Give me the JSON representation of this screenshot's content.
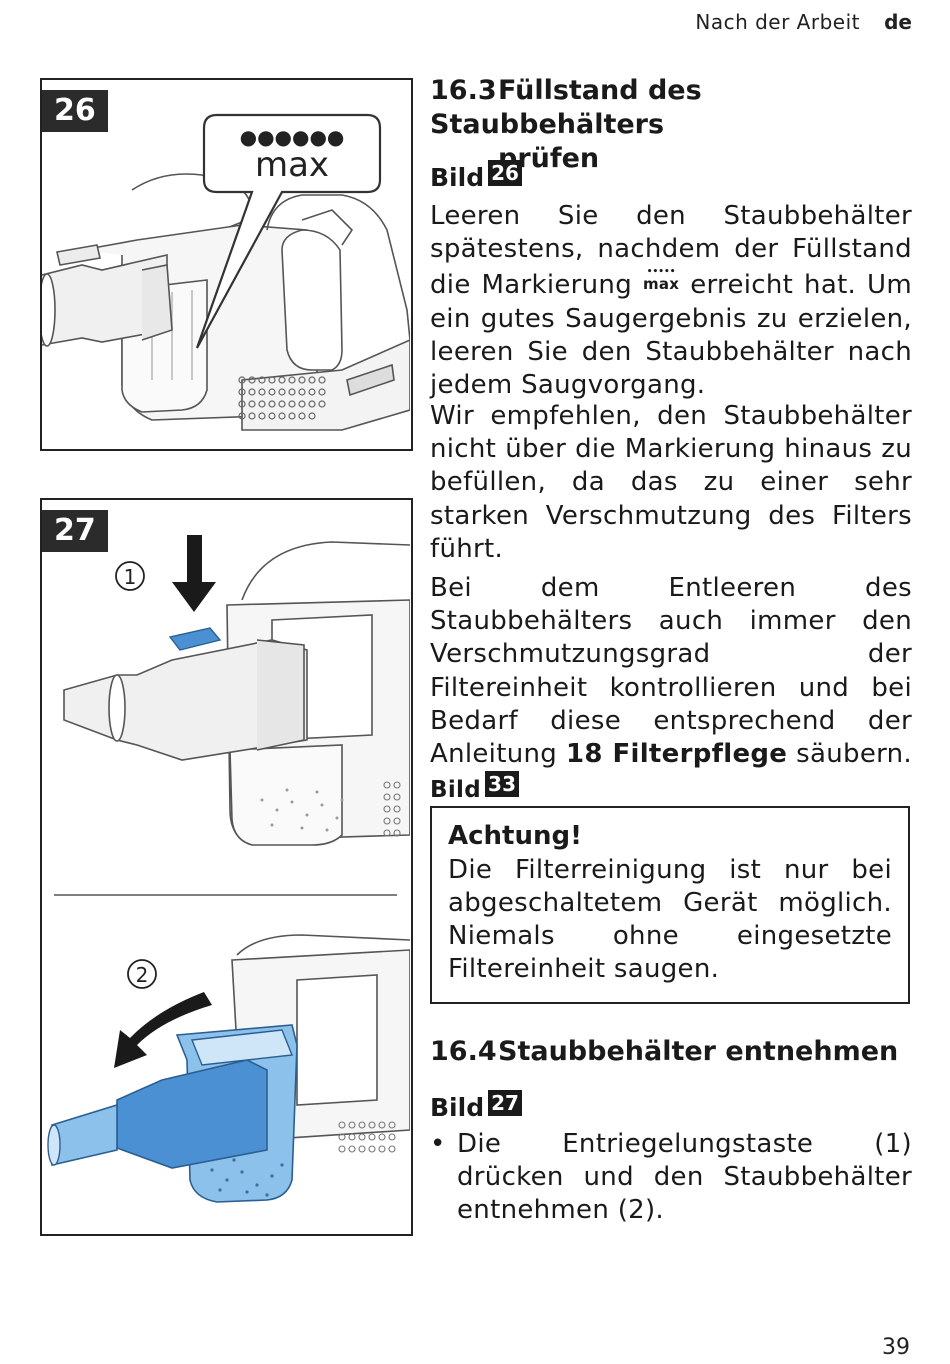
{
  "header": {
    "section": "Nach der Arbeit",
    "lang": "de"
  },
  "figures": {
    "fig26": {
      "label": "26",
      "callout": "max",
      "callout_dots": "●●●●●●"
    },
    "fig27": {
      "label": "27",
      "step1": "1",
      "step2": "2"
    }
  },
  "sec163": {
    "number": "16.3",
    "title_line1": "Füllstand des Staubbehälters",
    "title_line2": "prüfen",
    "bild_label": "Bild",
    "bild_ref": "26",
    "para1_a": "Leeren Sie den Staubbehälter spätestens, nachdem der Füllstand die Markierung",
    "max_symbol": "max",
    "max_dots": "•••••",
    "para1_b": "erreicht hat. Um ein gutes Saugergebnis zu erzielen, leeren Sie den Staubbehälter nach jedem Saugvorgang.",
    "para2": "Wir empfehlen, den Staubbehälter nicht über die Markierung hinaus zu befüllen, da das zu einer sehr starken Verschmutzung des Filters führt.",
    "para3_a": "Bei dem Entleeren des Staubbehälters auch immer den Verschmutzungsgrad der Filtereinheit kontrollieren und bei Bedarf diese entsprechend der Anleitung",
    "para3_link": "18 Filterpflege",
    "para3_b": "säubern.",
    "para3_bild": "Bild",
    "para3_ref": "33"
  },
  "warning": {
    "title": "Achtung!",
    "body": "Die Filterreinigung ist nur bei abgeschaltetem Gerät möglich. Niemals ohne eingesetzte Filtereinheit saugen."
  },
  "sec164": {
    "number": "16.4",
    "title": "Staubbehälter entnehmen",
    "bild_label": "Bild",
    "bild_ref": "27",
    "bullet_mark": "•",
    "bullet": "Die Entriegelungstaste (1) drücken und den Staubbehälter entnehmen (2)."
  },
  "page_number": "39",
  "colors": {
    "accent_blue": "#4a90d2",
    "light_blue": "#8cc1ec",
    "line_gray": "#555555"
  }
}
